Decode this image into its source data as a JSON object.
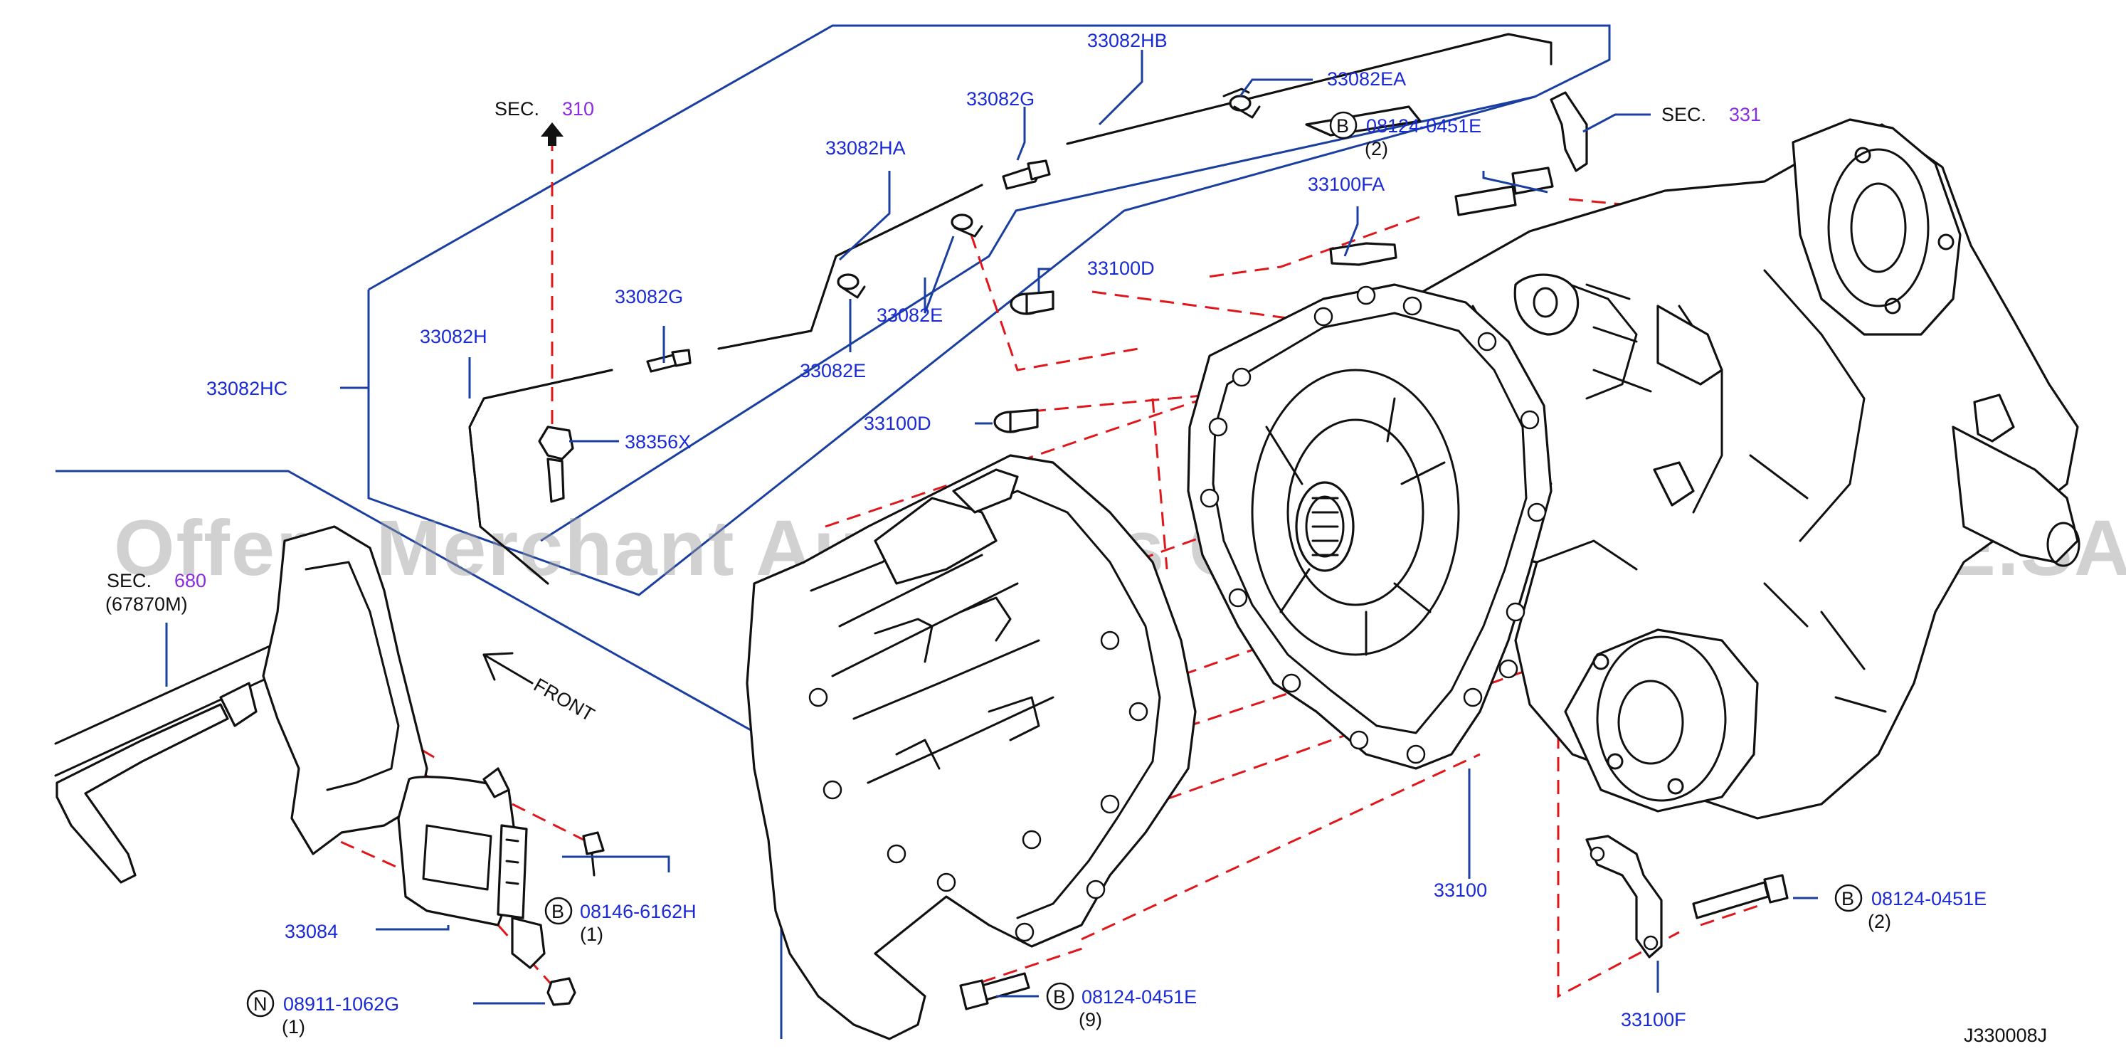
{
  "diagram": {
    "id_code": "J330008J",
    "watermark": "Offers Merchant Auto Parts Catalog PARTSTORE.SA",
    "front_label": "FRONT",
    "colors": {
      "label": "#1a2bd6",
      "leader": "#1a3fa0",
      "dashed": "#e0161b",
      "section": "#8b2be2",
      "watermark": "#9a9a9a"
    },
    "sections": {
      "s310": {
        "prefix": "SEC.",
        "number": "310"
      },
      "s331": {
        "prefix": "SEC.",
        "number": "331"
      },
      "s680": {
        "prefix": "SEC.",
        "number": "680",
        "sub": "(67870M)"
      }
    },
    "parts": {
      "p33082HB": "33082HB",
      "p33082EA": "33082EA",
      "p33082G_top": "33082G",
      "p33082HA": "33082HA",
      "p33082G_mid": "33082G",
      "p33082E_a": "33082E",
      "p33082E_b": "33082E",
      "p33082H": "33082H",
      "p33082HC": "33082HC",
      "p38356X": "38356X",
      "p33100FA": "33100FA",
      "p33100D_a": "33100D",
      "p33100D_b": "33100D",
      "p33100": "33100",
      "p33100F": "33100F",
      "p33084": "33084"
    },
    "fasteners": {
      "f_top": {
        "marker": "B",
        "part": "08124-0451E",
        "qty": "(2)"
      },
      "f_right": {
        "marker": "B",
        "part": "08124-0451E",
        "qty": "(2)"
      },
      "f_bottom": {
        "marker": "B",
        "part": "08124-0451E",
        "qty": "(9)"
      },
      "f_ecu_bolt": {
        "marker": "B",
        "part": "08146-6162H",
        "qty": "(1)"
      },
      "f_ecu_nut": {
        "marker": "N",
        "part": "08911-1062G",
        "qty": "(1)"
      }
    }
  }
}
